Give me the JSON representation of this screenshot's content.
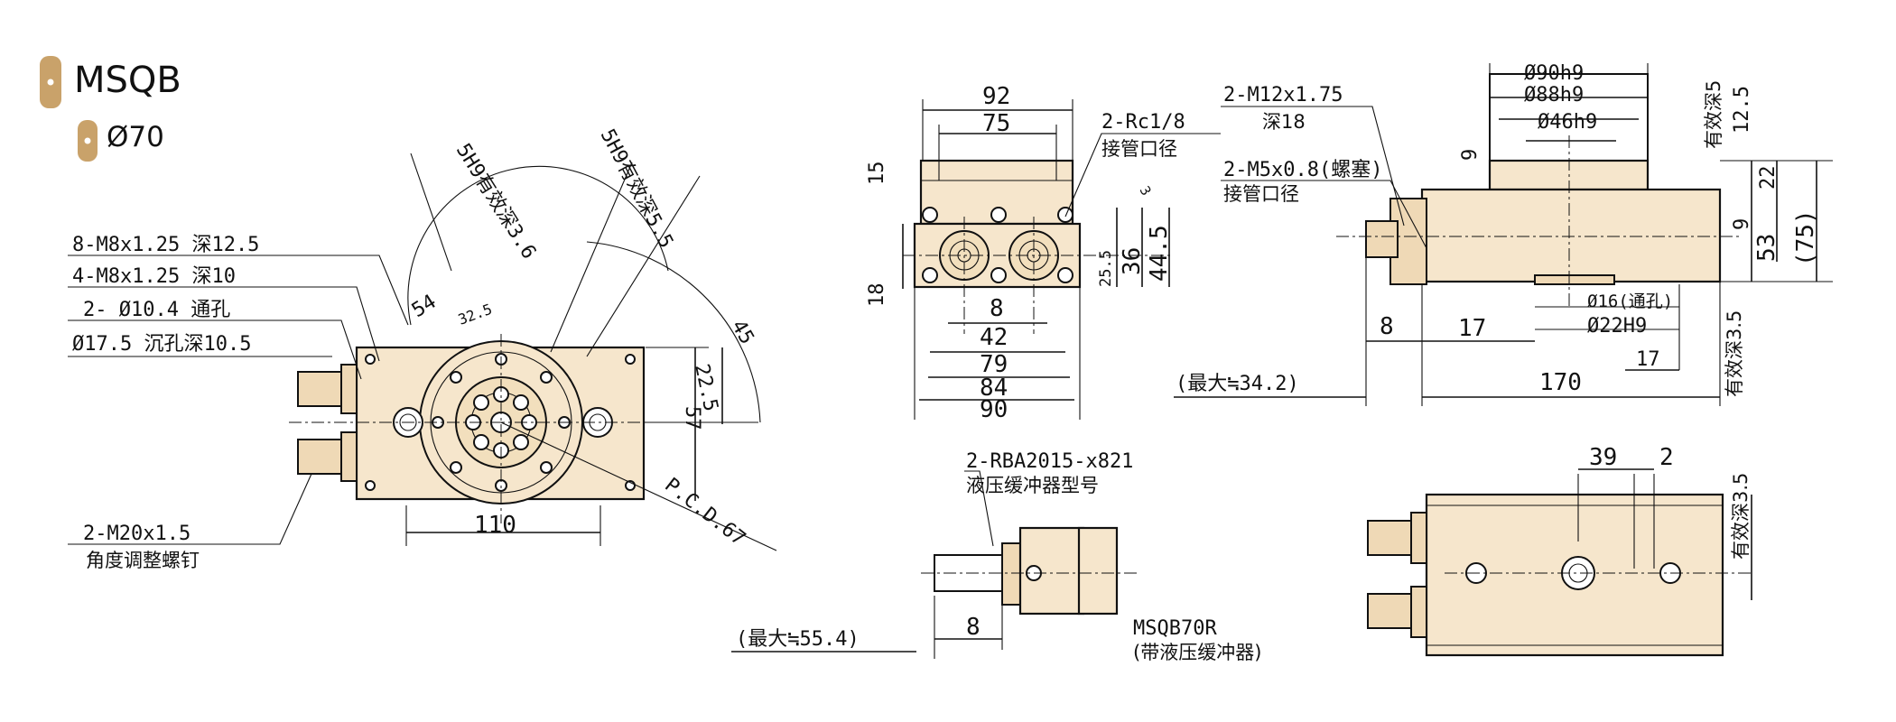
{
  "header": {
    "series": "MSQB",
    "bore": "Ø70"
  },
  "front_view": {
    "port_threads": "8-M8x1.25 深12.5",
    "mount_threads": "4-M8x1.25 深10",
    "through_holes": "2- Ø10.4 通孔",
    "counterbore": "Ø17.5 沉孔深10.5",
    "pin_hole_a": "5H9有效深3.6",
    "pin_hole_b": "5H9有效深5.5",
    "adj_screw": "2-M20x1.5",
    "adj_screw_note": "角度调整螺钉",
    "dim_54": "54",
    "dim_32_5": "32.5",
    "dim_45": "45",
    "dim_22_5": "22.5",
    "dim_57": "57",
    "dim_110": "110",
    "pcd": "P.C.D.67"
  },
  "side_view": {
    "dim_92": "92",
    "dim_75": "75",
    "port": "2-Rc1/8",
    "port_note": "接管口径",
    "dim_15": "15",
    "dim_18": "18",
    "dim_8": "8",
    "dim_42": "42",
    "dim_79": "79",
    "dim_84": "84",
    "dim_90": "90",
    "dim_25_5": "25.5",
    "dim_36": "36",
    "dim_44_5": "44.5",
    "dim_3": "3"
  },
  "top_view": {
    "thread_a": "2-M12x1.75",
    "thread_a_depth": "深18",
    "thread_b": "2-M5x0.8(螺塞)",
    "thread_b_note": "接管口径",
    "d90": "Ø90h9",
    "d88": "Ø88h9",
    "d46": "Ø46h9",
    "d16": "Ø16(通孔)",
    "d22": "Ø22H9",
    "dim_9a": "9",
    "dim_9b": "9",
    "dim_12_5": "12.5",
    "dim_22": "22",
    "dim_53": "53",
    "dim_75": "(75)",
    "depth5": "有效深5",
    "depth3_5": "有效深3.5",
    "dim_8": "8",
    "dim_17a": "17",
    "dim_17b": "17",
    "dim_170": "170",
    "max": "(最大≒34.2)"
  },
  "bottom_view": {
    "dim_39": "39",
    "dim_2": "2",
    "depth3_5": "有效深3.5"
  },
  "shock_view": {
    "model": "2-RBA2015-x821",
    "model_note": "液压缓冲器型号",
    "max": "(最大≒55.4)",
    "dim_8": "8",
    "variant": "MSQB70R",
    "variant_note": "(带液压缓冲器)"
  }
}
